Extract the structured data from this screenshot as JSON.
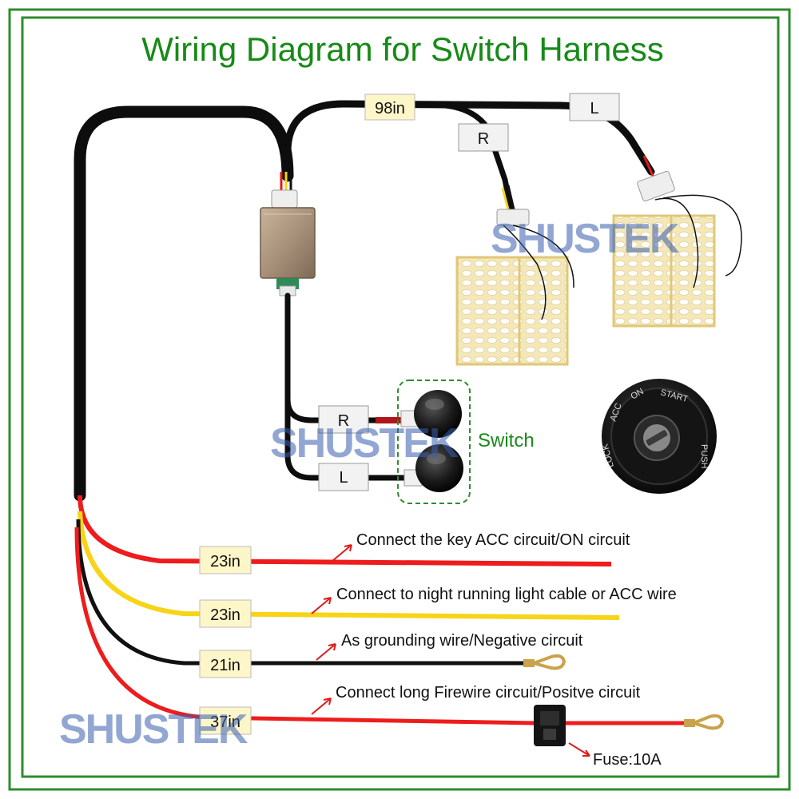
{
  "title": "Wiring Diagram for Switch Harness",
  "harness": {
    "length_label": "98in",
    "seat_right_label": "R",
    "seat_left_label": "L",
    "switch_right_label": "R",
    "switch_left_label": "L",
    "switch_label": "Switch"
  },
  "watermark": "SHUSTEK",
  "ignition_labels": {
    "acc": "ACC",
    "on": "ON",
    "start": "START",
    "lock": "LOCK",
    "push": "PUSH"
  },
  "wires": [
    {
      "length": "23in",
      "description": "Connect the key ACC circuit/ON circuit",
      "color": "#ee1c1c"
    },
    {
      "length": "23in",
      "description": "Connect to night running light cable or ACC wire",
      "color": "#f7d417"
    },
    {
      "length": "21in",
      "description": "As grounding wire/Negative circuit",
      "color": "#111111"
    },
    {
      "length": "37in",
      "description": "Connect long Firewire circuit/Positve circuit",
      "color": "#ee1c1c"
    }
  ],
  "fuse_label": "Fuse:10A",
  "colors": {
    "frame": "#2e8b2e",
    "title": "#178a17",
    "label_bg": "#fdf6c8",
    "tag_bg": "#f2f2f2",
    "arrow": "#e01b1b",
    "watermark_blue": "#3a5fb0",
    "watermark_red": "#e0505a"
  }
}
